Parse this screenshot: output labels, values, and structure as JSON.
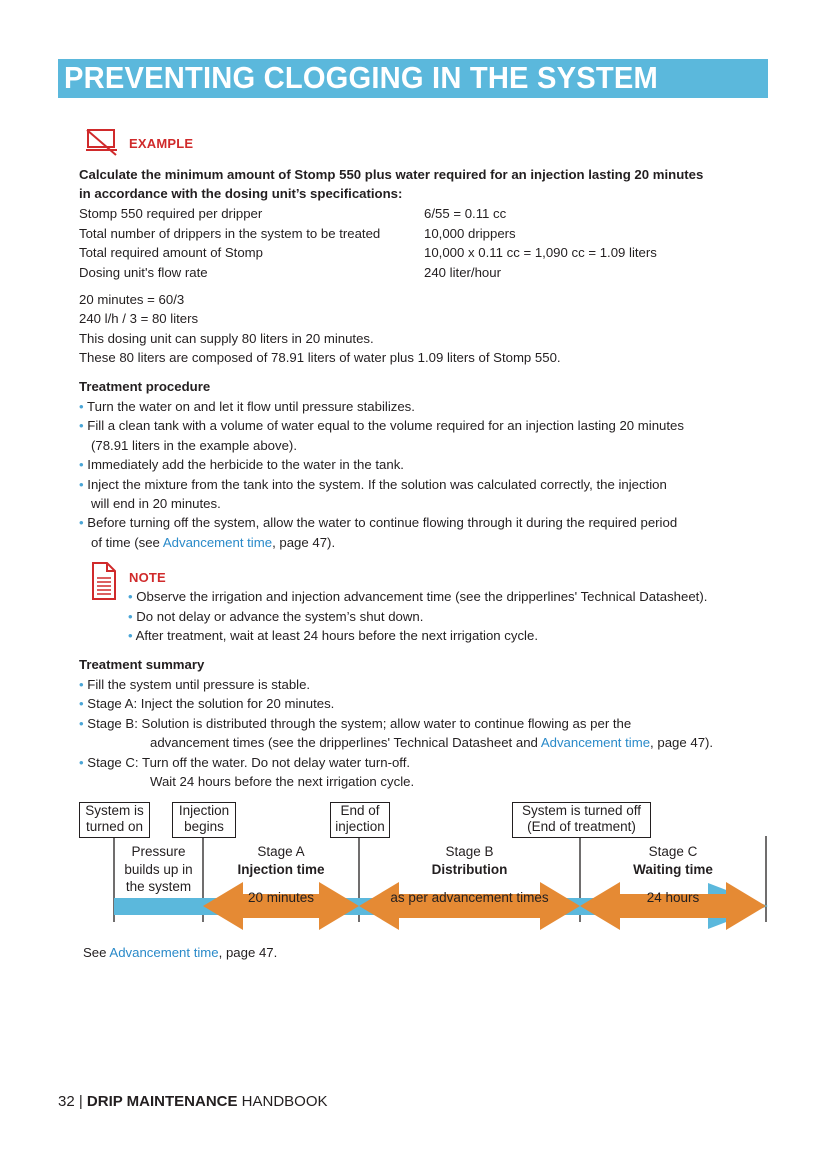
{
  "header": {
    "title": "PREVENTING CLOGGING IN THE SYSTEM"
  },
  "example": {
    "icon": "example-laptop-icon",
    "label": "EXAMPLE",
    "question_lines": [
      "Calculate the minimum amount of Stomp 550 plus water required for an injection lasting 20 minutes",
      "in accordance with the dosing unit’s specifications:"
    ],
    "table": [
      {
        "item": "Stomp 550 required per dripper",
        "value": "6/55 = 0.11 cc"
      },
      {
        "item": "Total number of drippers in the system to be treated",
        "value": "10,000 drippers"
      },
      {
        "item": "Total required amount of Stomp",
        "value": "10,000 x 0.11 cc = 1,090 cc = 1.09 liters"
      },
      {
        "item": "Dosing unit's flow rate",
        "value": "240 liter/hour"
      }
    ],
    "calc_lines": [
      "20 minutes = 60/3",
      "240 l/h / 3 = 80 liters",
      "This dosing unit can supply 80 liters in 20 minutes.",
      "These 80 liters are composed of 78.91 liters of water plus 1.09 liters of Stomp 550."
    ]
  },
  "procedure": {
    "heading": "Treatment procedure",
    "b1": "Turn the water on and let it flow until pressure stabilizes.",
    "b2_l1": "Fill a clean tank with a volume of water equal to the volume required for an injection lasting 20 minutes",
    "b2_l2": "(78.91 liters in the example above).",
    "b3": "Immediately add the herbicide to the water in the tank.",
    "b4_l1": "Inject the mixture from the tank into the system. If the solution was calculated correctly, the injection",
    "b4_l2": "will end in 20 minutes.",
    "b5_l1": "Before turning off the system, allow the water to continue flowing through it during the required period",
    "b5_l2_pre": "of time (see ",
    "b5_link": "Advancement time",
    "b5_l2_post": ", page 47)."
  },
  "note": {
    "icon": "note-document-icon",
    "label": "NOTE",
    "items": [
      "Observe the irrigation and injection advancement time (see the dripperlines' Technical Datasheet).",
      "Do not delay or advance the system’s shut down.",
      "After treatment, wait at least 24 hours before the next irrigation cycle."
    ]
  },
  "summary": {
    "heading": "Treatment summary",
    "b1": "Fill the system until pressure is stable.",
    "b2": "Stage A: Inject the solution for 20 minutes.",
    "b3_l1": "Stage B: Solution is distributed through the system; allow water to continue flowing as per the",
    "b3_l2_pre": "advancement times (see the dripperlines' Technical Datasheet and ",
    "b3_link": "Advancement time",
    "b3_l2_post": ", page 47).",
    "b4_l1": "Stage C: Turn off the water. Do not delay water turn-off.",
    "b4_l2": "Wait 24 hours before the next irrigation cycle."
  },
  "timeline": {
    "boxes": [
      {
        "l1": "System is",
        "l2": "turned on"
      },
      {
        "l1": "Injection",
        "l2": "begins"
      },
      {
        "l1": "End of",
        "l2": "injection"
      },
      {
        "l1": "System is turned off",
        "l2": "(End of treatment)"
      }
    ],
    "pressure": [
      "Pressure",
      "builds up in",
      "the system"
    ],
    "stage_a": {
      "name": "Stage A",
      "title": "Injection time",
      "duration": "20 minutes"
    },
    "stage_b": {
      "name": "Stage B",
      "title": "Distribution",
      "duration": "as per advancement times"
    },
    "stage_c": {
      "name": "Stage C",
      "title": "Waiting time",
      "duration": "24 hours"
    },
    "colors": {
      "arrow_blue": "#5bb8dc",
      "arrow_orange": "#e58a34"
    }
  },
  "see_also": {
    "pre": "See ",
    "link": "Advancement time",
    "post": ", page 47."
  },
  "footer": {
    "page": "32",
    "sep": " | ",
    "bold": "DRIP MAINTENANCE",
    "rest": " HANDBOOK"
  }
}
